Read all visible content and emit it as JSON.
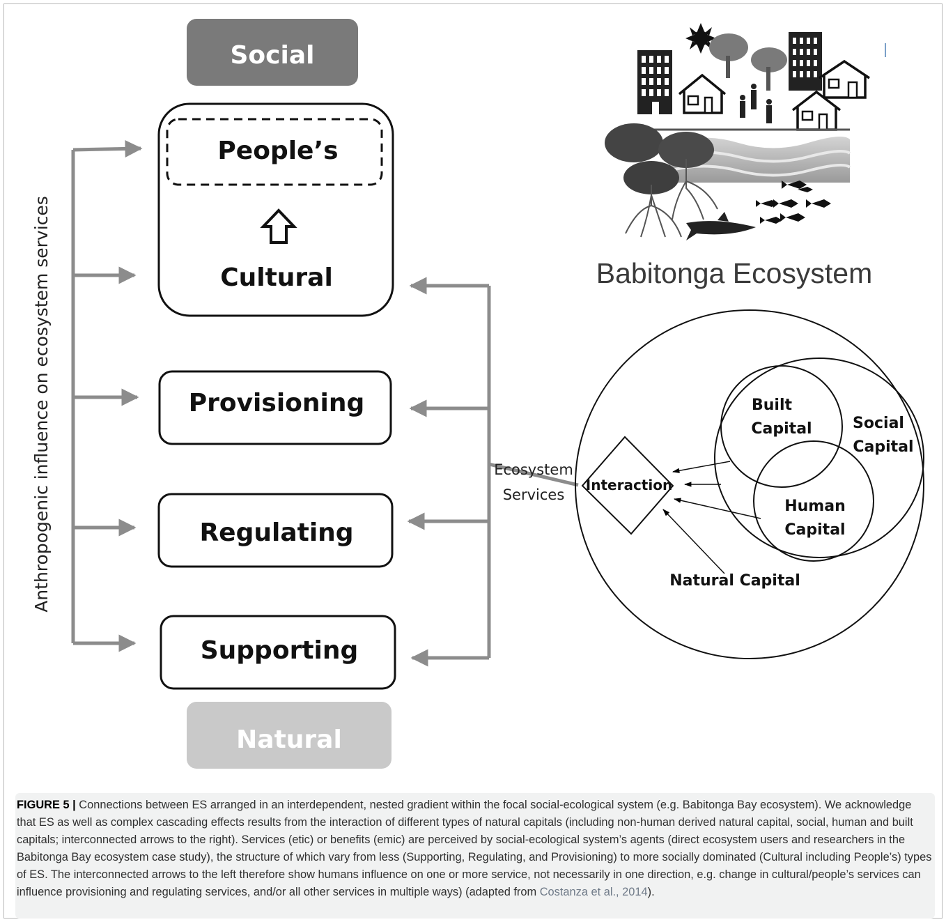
{
  "diagram": {
    "axis_label": "Anthropogenic influence on ecosystem services",
    "top_label": "Social",
    "bottom_label": "Natural",
    "cultural_box": {
      "inner_label": "People’s",
      "label": "Cultural"
    },
    "service_boxes": [
      "Provisioning",
      "Regulating",
      "Supporting"
    ],
    "ecosystem_services_label": [
      "Ecosystem",
      "Services"
    ],
    "interaction_label": "Interaction",
    "capitals": {
      "built": [
        "Built",
        "Capital"
      ],
      "social": [
        "Social",
        "Capital"
      ],
      "human": [
        "Human",
        "Capital"
      ],
      "natural": "Natural Capital"
    },
    "ecosystem_title": "Babitonga Ecosystem",
    "colors": {
      "social_box": "#7a7a7a",
      "natural_box": "#c9c9c9",
      "arrow_gray": "#8c8c8c"
    }
  },
  "caption": {
    "figure_label": "FIGURE 5 |",
    "text": " Connections between ES arranged in an interdependent, nested gradient within the focal social-ecological system (e.g. Babitonga Bay ecosystem). We acknowledge that ES as well as complex cascading effects results from the interaction of different types of natural capitals (including non-human derived natural capital, social, human and built capitals; interconnected arrows to the right). Services (etic) or benefits (emic) are perceived by social-ecological system’s agents (direct ecosystem users and researchers in the Babitonga Bay ecosystem case study), the structure of which vary from less (Supporting, Regulating, and Provisioning) to more socially dominated (Cultural including People’s) types of ES. The interconnected arrows to the left therefore show humans influence on one or more service, not necessarily in one direction, e.g. change in cultural/people’s services can influence provisioning and regulating services, and/or all other services in multiple ways) (adapted from ",
    "citation": "Costanza et al., 2014",
    "tail": ")."
  }
}
